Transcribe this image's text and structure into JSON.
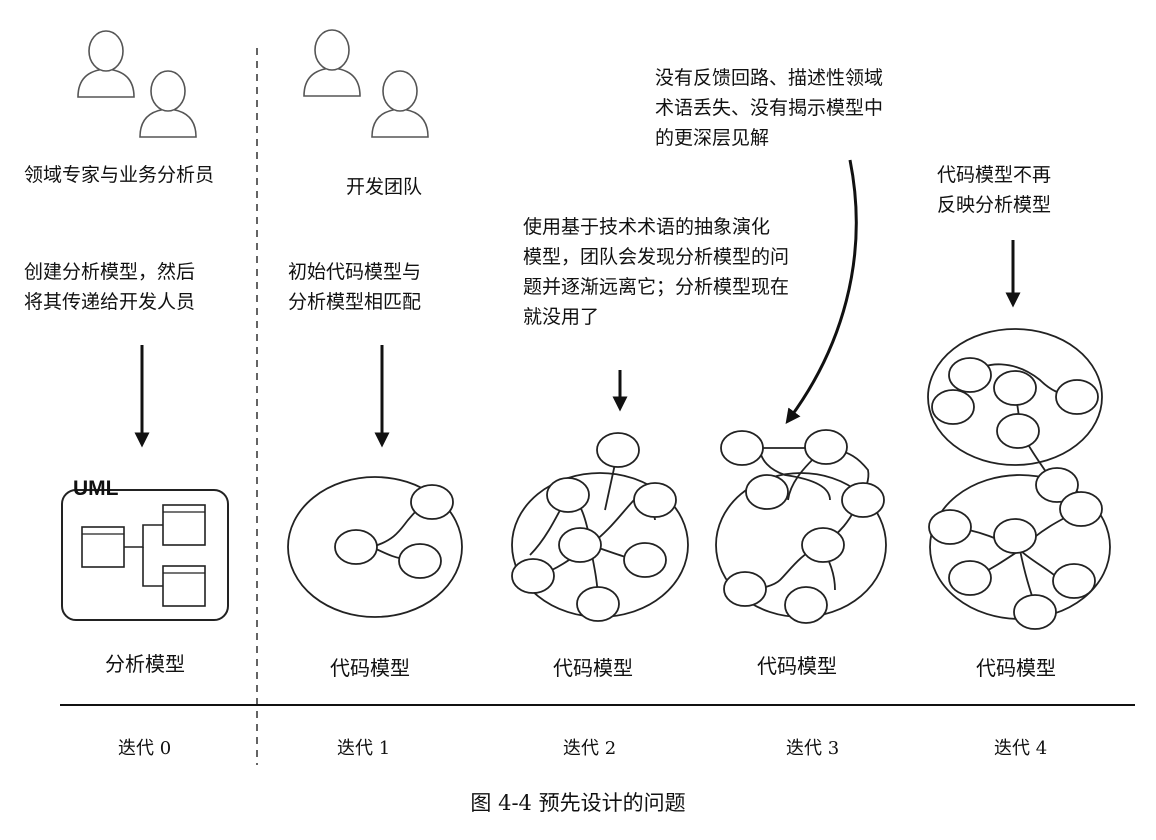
{
  "columns": [
    {
      "iteration": "迭代 0",
      "role": "领域专家与业务分析员",
      "description": "创建分析模型，然后\n将其传递给开发人员",
      "model_caption": "分析模型",
      "uml_label": "UML",
      "icon": "people-icon"
    },
    {
      "iteration": "迭代 1",
      "role": "开发团队",
      "description": "初始代码模型与\n分析模型相匹配",
      "model_caption": "代码模型",
      "icon": "people-icon"
    },
    {
      "iteration": "迭代 2",
      "description": "使用基于技术术语的抽象演化\n模型，团队会发现分析模型的问\n题并逐渐远离它；分析模型现在\n就没用了",
      "model_caption": "代码模型"
    },
    {
      "iteration": "迭代 3",
      "description": "没有反馈回路、描述性领域\n术语丢失、没有揭示模型中\n的更深层见解",
      "model_caption": "代码模型"
    },
    {
      "iteration": "迭代 4",
      "description": "代码模型不再\n反映分析模型",
      "model_caption": "代码模型"
    }
  ],
  "figure_caption": "图 4-4    预先设计的问题"
}
